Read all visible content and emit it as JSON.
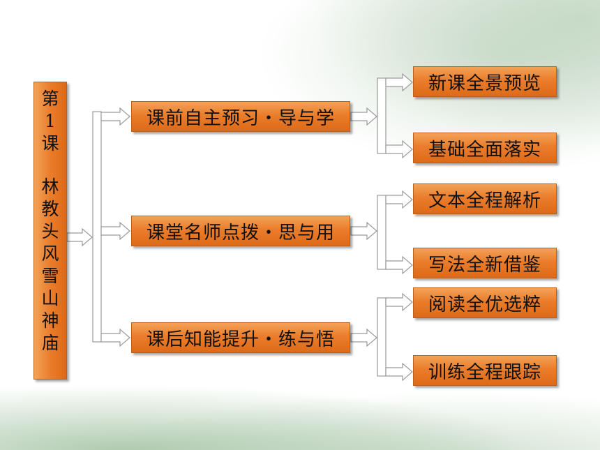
{
  "title": {
    "line1": [
      "第",
      "1",
      "课"
    ],
    "line2": [
      "林",
      "教",
      "头",
      "风",
      "雪",
      "山",
      "神",
      "庙"
    ]
  },
  "sections": [
    {
      "label": "课前自主预习・导与学",
      "children": [
        "新课全景预览",
        "基础全面落实"
      ]
    },
    {
      "label": "课堂名师点拨・思与用",
      "children": [
        "文本全程解析",
        "写法全新借鉴"
      ]
    },
    {
      "label": "课后知能提升・练与悟",
      "children": [
        "阅读全优选粹",
        "训练全程跟踪"
      ]
    }
  ],
  "colors": {
    "box_fill": "#ea7d2c",
    "box_border": "#b8601e",
    "arrow_fill": "#ffffff",
    "arrow_stroke": "#9a9a9a"
  }
}
